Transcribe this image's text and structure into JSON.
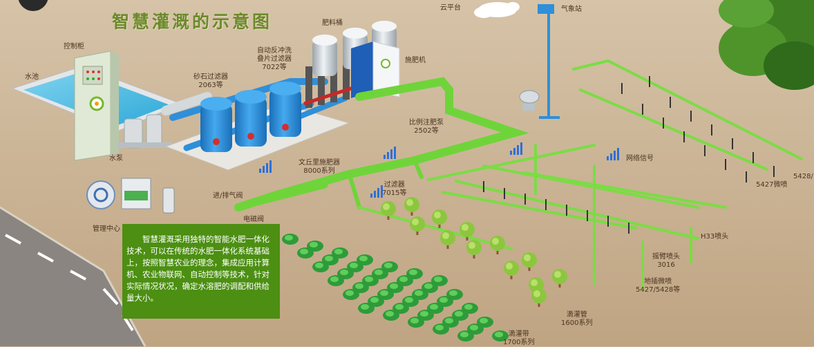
{
  "title": "智慧灌溉的示意图",
  "labels": {
    "control_cabinet": "控制柜",
    "pool": "水池",
    "pump": "水泵",
    "sand_filter_line1": "砂石过滤器",
    "sand_filter_line2": "2063等",
    "disc_filter_line1": "自动反冲洗",
    "disc_filter_line2": "叠片过滤器",
    "disc_filter_line3": "7022等",
    "fert_bucket": "肥料桶",
    "fertilizer_machine": "施肥机",
    "cloud": "云平台",
    "weather_station": "气象站",
    "prop_pump_line1": "比例注肥泵",
    "prop_pump_line2": "2502等",
    "venturi_line1": "文丘里施肥器",
    "venturi_line2": "8000系列",
    "filter_line1": "过滤器",
    "filter_line2": "7015等",
    "air_valve": "进/排气阀",
    "solenoid_valve": "电磁阀",
    "management_center": "管理中心",
    "network_signal": "网络信号",
    "micro_spray": "5427微喷",
    "spray_right": "5428/",
    "h33": "H33喷头",
    "rocker_line1": "摇臂喷头",
    "rocker_line2": "3016",
    "ground_line1": "地插微喷",
    "ground_line2": "5427/5428等",
    "drip_pipe_line1": "滴灌管",
    "drip_pipe_line2": "1600系列",
    "drip_tape_line1": "滴灌带",
    "drip_tape_line2": "1700系列"
  },
  "description": "智慧灌溉采用独特的智能水肥一体化技术，可以在传统的水肥一体化系统基础上，按照智慧农业的理念，集成应用计算机、农业物联网、自动控制等技术，针对实际情况状况，确定水溶肥的调配和供给量大小。",
  "colors": {
    "background": "#cbb49a",
    "pipe_green": "#6fd43a",
    "pipe_blue": "#2f8fd8",
    "tank_blue": "#2c8fd6",
    "panel_green": "#4c8f12",
    "title_green": "#6b8a2a"
  }
}
